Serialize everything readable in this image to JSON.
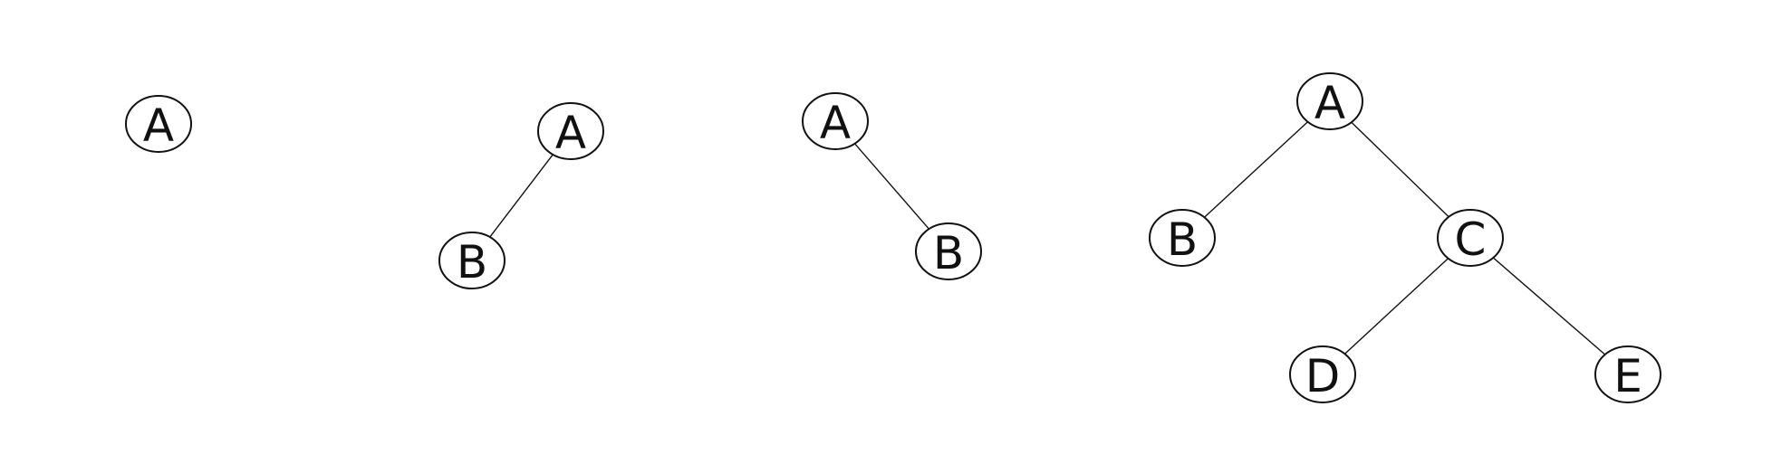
{
  "trees": [
    {
      "id": "tree-1",
      "nodes": [
        {
          "id": "a",
          "label": "A"
        }
      ],
      "edges": []
    },
    {
      "id": "tree-2",
      "nodes": [
        {
          "id": "a",
          "label": "A"
        },
        {
          "id": "b",
          "label": "B"
        }
      ],
      "edges": [
        {
          "from": "a",
          "to": "b"
        }
      ]
    },
    {
      "id": "tree-3",
      "nodes": [
        {
          "id": "a",
          "label": "A"
        },
        {
          "id": "b",
          "label": "B"
        }
      ],
      "edges": [
        {
          "from": "a",
          "to": "b"
        }
      ]
    },
    {
      "id": "tree-4",
      "nodes": [
        {
          "id": "a",
          "label": "A"
        },
        {
          "id": "b",
          "label": "B"
        },
        {
          "id": "c",
          "label": "C"
        },
        {
          "id": "d",
          "label": "D"
        },
        {
          "id": "e",
          "label": "E"
        }
      ],
      "edges": [
        {
          "from": "a",
          "to": "b"
        },
        {
          "from": "a",
          "to": "c"
        },
        {
          "from": "c",
          "to": "d"
        },
        {
          "from": "c",
          "to": "e"
        }
      ]
    }
  ]
}
